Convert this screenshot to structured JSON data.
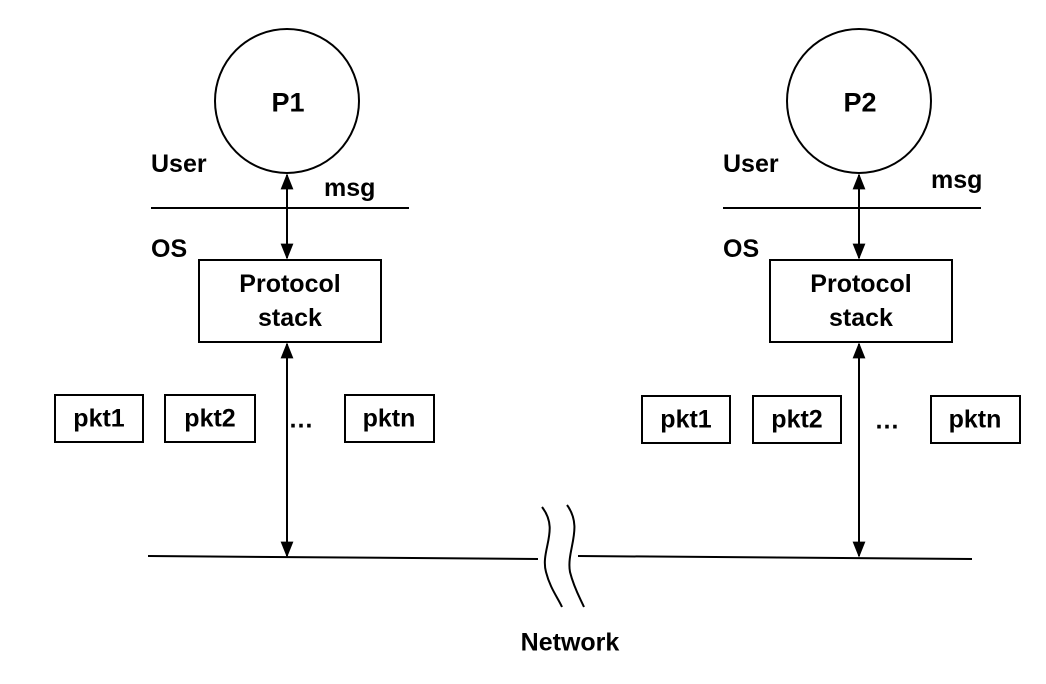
{
  "hosts": [
    {
      "process": "P1",
      "user_label": "User",
      "msg_label": "msg",
      "os_label": "OS",
      "stack_line1": "Protocol",
      "stack_line2": "stack",
      "packets": [
        "pkt1",
        "pkt2",
        "pktn"
      ],
      "ellipsis": "…"
    },
    {
      "process": "P2",
      "user_label": "User",
      "msg_label": "msg",
      "os_label": "OS",
      "stack_line1": "Protocol",
      "stack_line2": "stack",
      "packets": [
        "pkt1",
        "pkt2",
        "pktn"
      ],
      "ellipsis": "…"
    }
  ],
  "network_label": "Network",
  "colors": {
    "stroke": "#000000",
    "background": "#ffffff"
  }
}
